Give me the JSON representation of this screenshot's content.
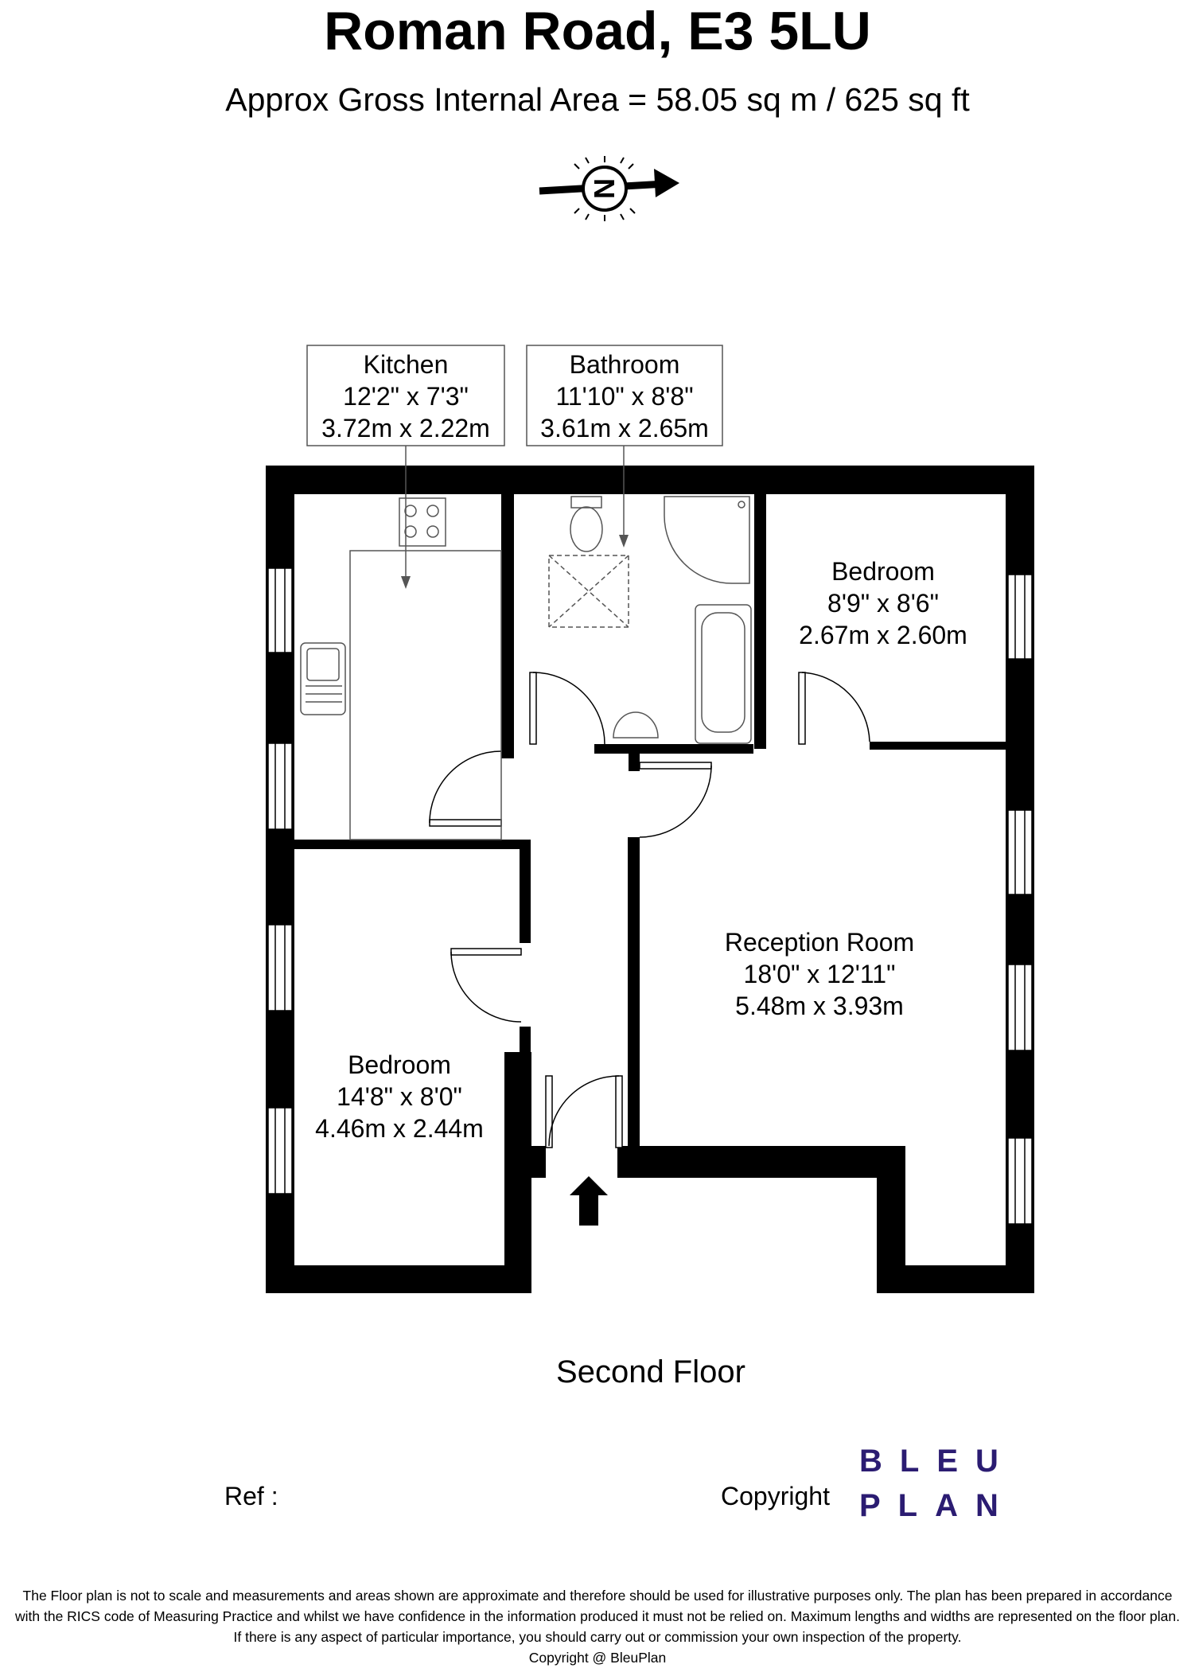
{
  "header": {
    "title": "Roman Road, E3 5LU",
    "area": "Approx Gross Internal Area = 58.05 sq m / 625 sq ft"
  },
  "compass": {
    "letter": "N"
  },
  "rooms": {
    "kitchen": {
      "name": "Kitchen",
      "imperial": "12'2\" x 7'3\"",
      "metric": "3.72m x 2.22m"
    },
    "bathroom": {
      "name": "Bathroom",
      "imperial": "11'10\" x 8'8\"",
      "metric": "3.61m x 2.65m"
    },
    "bedroom_small": {
      "name": "Bedroom",
      "imperial": "8'9\" x 8'6\"",
      "metric": "2.67m x 2.60m"
    },
    "reception": {
      "name": "Reception Room",
      "imperial": "18'0\" x 12'11\"",
      "metric": "5.48m x 3.93m"
    },
    "bedroom_large": {
      "name": "Bedroom",
      "imperial": "14'8\" x 8'0\"",
      "metric": "4.46m x 2.44m"
    }
  },
  "floor": {
    "label": "Second Floor"
  },
  "footer": {
    "ref": "Ref  :",
    "copyright": "Copyright",
    "brand_line1": "BLEU",
    "brand_line2": "PLAN",
    "disclaimer_1": "The Floor plan is not to scale and measurements and areas shown are approximate and therefore should be used for illustrative purposes only. The plan has been prepared in accordance",
    "disclaimer_2": "with the RICS code of Measuring Practice and whilst we have confidence in the information produced it must not be relied on. Maximum lengths and widths are represented on the floor plan.",
    "disclaimer_3": "If there is any aspect of particular importance, you should carry out or commission your own inspection of the property.",
    "disclaimer_4": "Copyright @ BleuPlan"
  },
  "colors": {
    "wall": "#000000",
    "brand": "#2b1c72",
    "fixture": "#555555"
  }
}
